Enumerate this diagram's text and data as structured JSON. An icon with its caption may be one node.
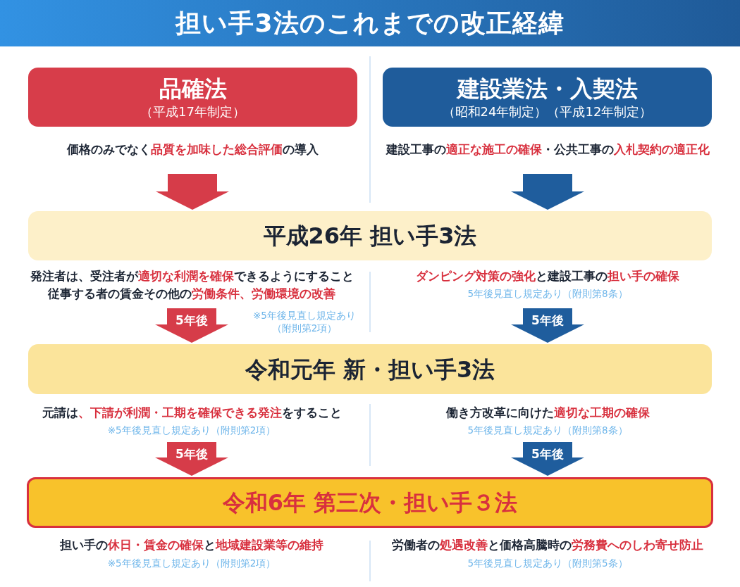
{
  "diagram": {
    "title": "担い手3法のこれまでの改正経緯",
    "nodes": [
      {
        "text": [
          "品確法",
          "（平成17年制定）"
        ],
        "beside": [
          "価格のみでなく**品質を加味した総合評価**の導入"
        ]
      },
      {
        "text": [
          "建設業法・入契法",
          "（昭和24年制定）（平成12年制定）"
        ],
        "beside": [
          "建設工事の**適正な施工の確保**・公共工事の**入札契約の適正化**"
        ]
      },
      {
        "text": [
          "平成26年 担い手3法"
        ],
        "beside": [
          "発注者は、受注者が**適切な利潤を確保**できるようにすること",
          "従事する者の賃金その他の**労働条件、労働環境の改善**",
          "※5年後見直し規定あり（附則第2項）",
          "**ダンピング対策の強化**と建設工事の**担い手の確保**",
          "5年後見直し規定あり（附則第8条）"
        ]
      },
      {
        "text": [
          "令和元年 新・担い手3法"
        ],
        "beside": [
          "元請は**、下請が利潤・工期を確保できる発注**をすること",
          "※5年後見直し規定あり（附則第2項）",
          "働き方改革に向けた**適切な工期の確保**",
          "5年後見直し規定あり（附則第8条）"
        ]
      },
      {
        "text": [
          "令和6年 第三次・担い手３法"
        ],
        "beside": [
          "担い手の**休日・賃金の確保**と**地域建設業等の維持**",
          "※5年後見直し規定あり（附則第2項）",
          "労働者の**処遇改善**と価格高騰時の**労務費へのしわ寄せ防止**",
          "5年後見直し規定あり（附則第5条）"
        ]
      }
    ],
    "edges": [
      {
        "from": null,
        "to": 2,
        "arrow": "to",
        "color": "#d63c49"
      },
      {
        "from": null,
        "to": 2,
        "arrow": "to",
        "color": "#1f5d9d"
      },
      {
        "from": null,
        "to": 3,
        "arrow": "to",
        "label": "5年後",
        "color": "#d63c49"
      },
      {
        "from": null,
        "to": 3,
        "arrow": "to",
        "label": "5年後",
        "color": "#1f5d9d"
      },
      {
        "from": null,
        "to": 4,
        "arrow": "to",
        "label": "5年後",
        "color": "#d63c49"
      },
      {
        "from": null,
        "to": 4,
        "arrow": "to",
        "label": "5年後",
        "color": "#1f5d9d"
      }
    ]
  }
}
